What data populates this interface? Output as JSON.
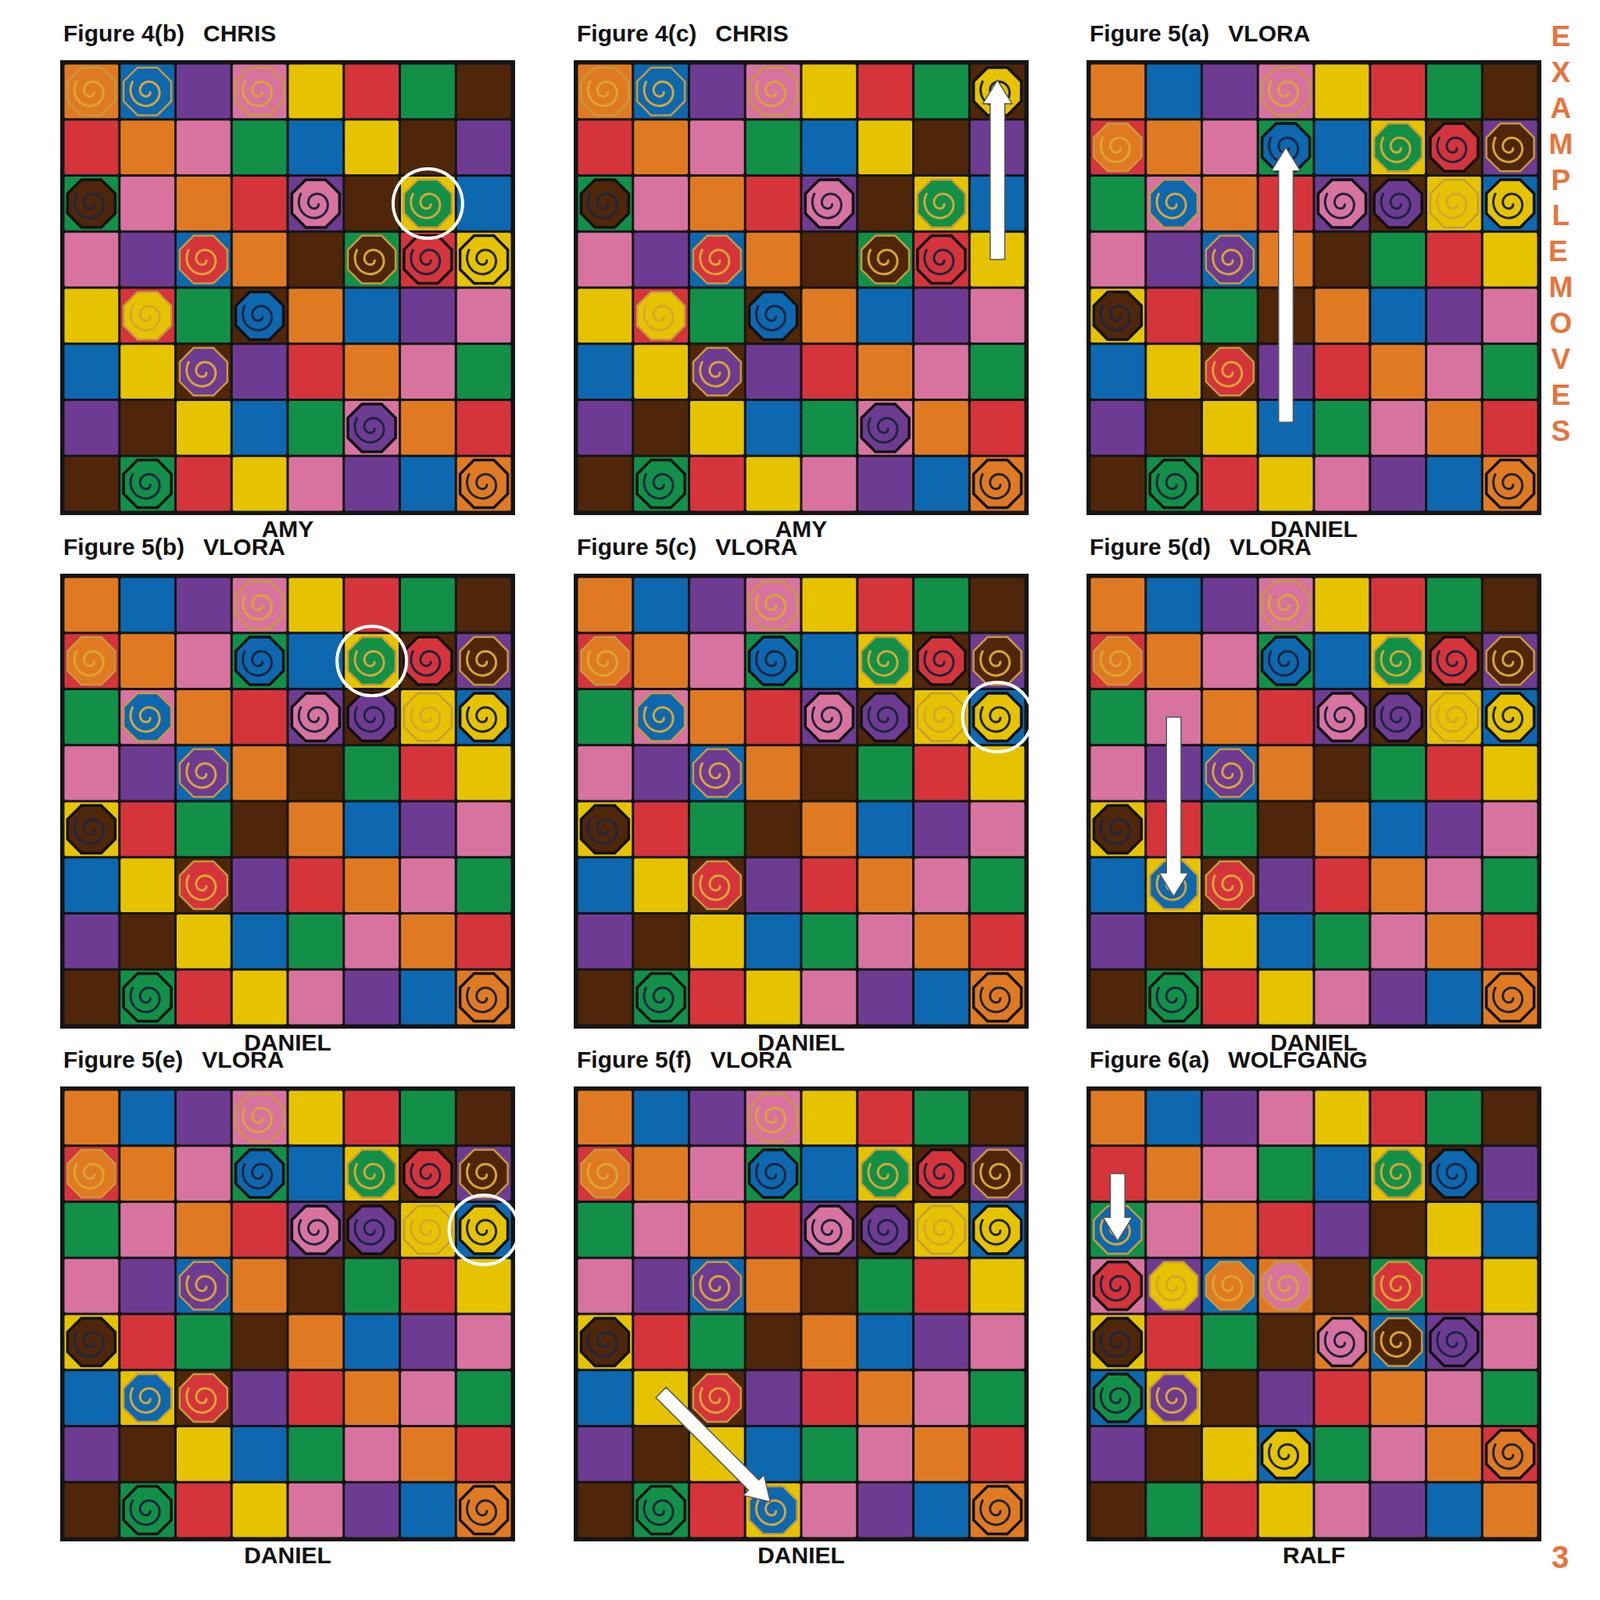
{
  "diagram": {
    "nodes": [
      {
        "text": [
          "Figure 4(b)",
          "CHRIS",
          "AMY"
        ]
      },
      {
        "text": [
          "Figure 4(c)",
          "CHRIS",
          "AMY"
        ]
      },
      {
        "text": [
          "Figure 5(a)",
          "VLORA",
          "DANIEL"
        ]
      },
      {
        "text": [
          "Figure 5(b)",
          "VLORA",
          "DANIEL"
        ]
      },
      {
        "text": [
          "Figure 5(c)",
          "VLORA",
          "DANIEL"
        ]
      },
      {
        "text": [
          "Figure 5(d)",
          "VLORA",
          "DANIEL"
        ]
      },
      {
        "text": [
          "Figure 5(e)",
          "VLORA",
          "DANIEL"
        ]
      },
      {
        "text": [
          "Figure 5(f)",
          "VLORA",
          "DANIEL"
        ]
      },
      {
        "text": [
          "Figure 6(a)",
          "WOLFGANG",
          "RALF"
        ]
      }
    ],
    "labels": [
      "EXAMPLE MOVES",
      "3"
    ]
  }
}
